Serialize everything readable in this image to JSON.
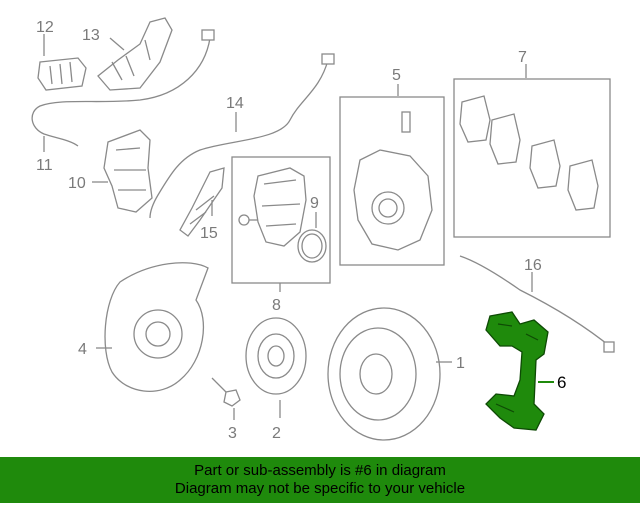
{
  "diagram": {
    "part_numbers": [
      "12",
      "13",
      "11",
      "10",
      "14",
      "15",
      "9",
      "8",
      "5",
      "7",
      "16",
      "4",
      "3",
      "2",
      "1"
    ],
    "highlighted_part": "6",
    "highlight_color": "#1f8a0c"
  },
  "banner": {
    "line1": "Part or sub-assembly is #6 in diagram",
    "line2": "Diagram may not be specific to your vehicle",
    "background": "#1f8a0c"
  }
}
